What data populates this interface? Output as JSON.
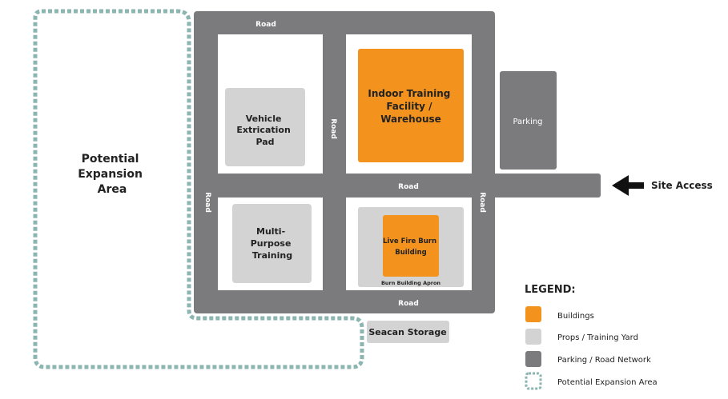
{
  "colors": {
    "building": "#F4921E",
    "prop": "#D3D3D4",
    "road": "#7B7B7D",
    "expansion": "#8BB5B1",
    "text": "#222222"
  },
  "expansion_area": {
    "label_lines": [
      "Potential",
      "Expansion",
      "Area"
    ]
  },
  "roads": {
    "top": "Road",
    "middle": "Road",
    "bottom": "Road",
    "left": "Road",
    "center_vertical": "Road",
    "right": "Road"
  },
  "areas": {
    "vehicle_extrication": [
      "Vehicle",
      "Extrication",
      "Pad"
    ],
    "indoor_training": [
      "Indoor Training",
      "Facility /",
      "Warehouse"
    ],
    "multi_purpose": [
      "Multi-",
      "Purpose",
      "Training"
    ],
    "live_fire": [
      "Live Fire Burn",
      "Building"
    ],
    "burn_apron": "Burn Building Apron",
    "parking": "Parking",
    "seacan": "Seacan Storage"
  },
  "site_access": {
    "label": "Site Access",
    "icon": "arrow-left-icon"
  },
  "legend": {
    "title": "LEGEND:",
    "items": [
      {
        "label": "Buildings",
        "kind": "building"
      },
      {
        "label": "Props / Training Yard",
        "kind": "prop"
      },
      {
        "label": "Parking / Road Network",
        "kind": "road"
      },
      {
        "label": "Potential Expansion Area",
        "kind": "expansion"
      }
    ]
  }
}
